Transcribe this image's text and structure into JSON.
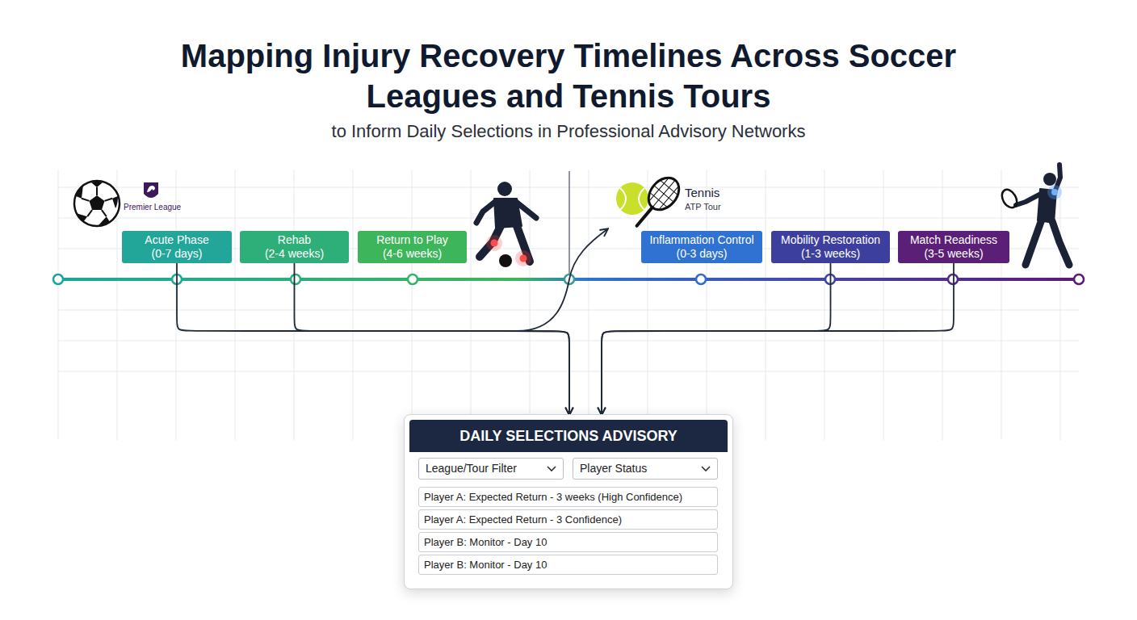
{
  "diagram": {
    "title": "Mapping Injury Recovery Timelines Across Soccer Leagues and Tennis Tours",
    "caption": "to Inform Daily Selections in Professional Advisory Networks",
    "nodes": [
      {
        "text": [
          "Acute Phase",
          "(0-7 days)"
        ]
      },
      {
        "text": [
          "Rehab",
          "(2-4 weeks)"
        ]
      },
      {
        "text": [
          "Return to Play",
          "(4-6 weeks)"
        ]
      },
      {
        "text": [
          "Inflammation Control",
          "(0-3 days)"
        ]
      },
      {
        "text": [
          "Mobility Restoration",
          "(1-3 weeks)"
        ]
      },
      {
        "text": [
          "Match Readiness",
          "(3-5 weeks)"
        ]
      },
      {
        "text": [
          "DAILY SELECTIONS ADVISORY"
        ]
      },
      {
        "text": [
          "League/Tour Filter"
        ],
        "in": 6
      },
      {
        "text": [
          "Player Status"
        ],
        "in": 6
      },
      {
        "text": [
          "Player A: Expected Return - 3 weeks (High Confidence)"
        ],
        "in": 6
      },
      {
        "text": [
          "Player A: Expected Return - 3 Confidence)"
        ],
        "in": 6
      },
      {
        "text": [
          "Player B: Monitor - Day 10"
        ],
        "in": 6
      },
      {
        "text": [
          "Player B: Monitor - Day 10"
        ],
        "in": 6
      }
    ],
    "edges": [
      {
        "from": 0,
        "to": 6,
        "arrow": "to"
      },
      {
        "from": 1,
        "to": 6,
        "arrow": "to"
      },
      {
        "from": 4,
        "to": 6,
        "arrow": "to"
      },
      {
        "from": 5,
        "to": 6,
        "arrow": "to"
      }
    ],
    "labels": [
      "Premier League",
      "Tennis",
      "ATP Tour"
    ]
  }
}
